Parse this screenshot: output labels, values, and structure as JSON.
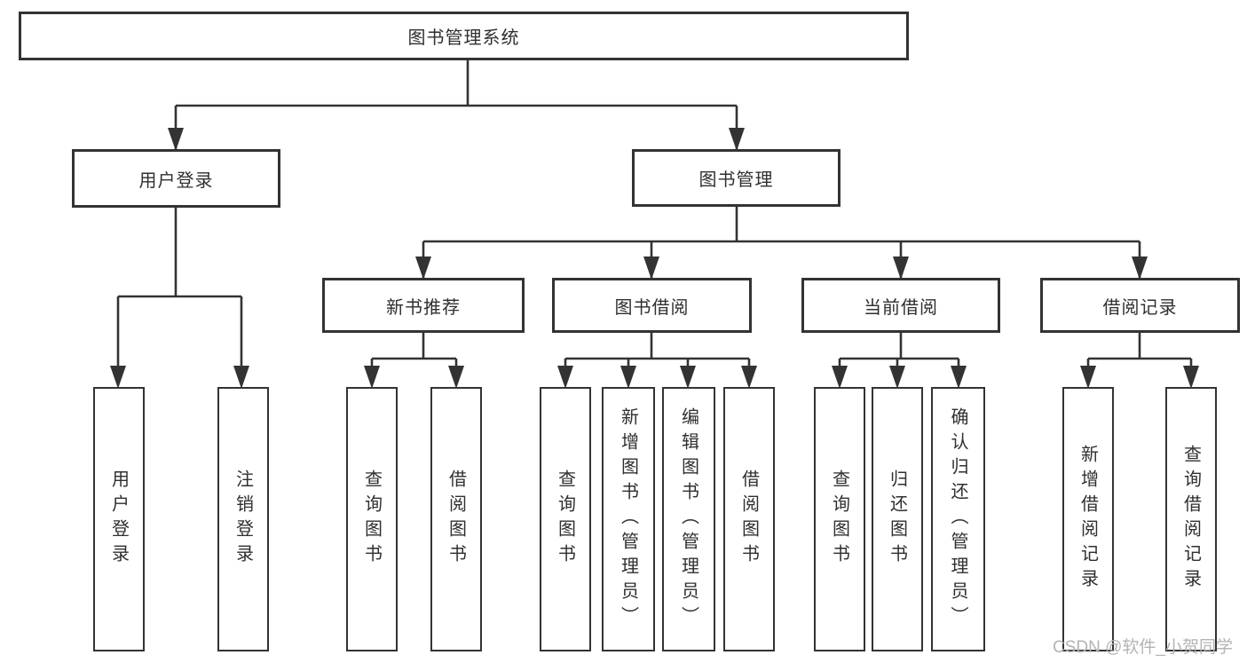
{
  "diagram": {
    "type": "hierarchy",
    "root": {
      "label": "图书管理系统",
      "children": [
        {
          "label": "用户登录",
          "children": [
            {
              "label": "用户登录"
            },
            {
              "label": "注销登录"
            }
          ]
        },
        {
          "label": "图书管理",
          "children": [
            {
              "label": "新书推荐",
              "children": [
                {
                  "label": "查询图书"
                },
                {
                  "label": "借阅图书"
                }
              ]
            },
            {
              "label": "图书借阅",
              "children": [
                {
                  "label": "查询图书"
                },
                {
                  "label": "新增图书（管理员）"
                },
                {
                  "label": "编辑图书（管理员）"
                },
                {
                  "label": "借阅图书"
                }
              ]
            },
            {
              "label": "当前借阅",
              "children": [
                {
                  "label": "查询图书"
                },
                {
                  "label": "归还图书"
                },
                {
                  "label": "确认归还（管理员）"
                }
              ]
            },
            {
              "label": "借阅记录",
              "children": [
                {
                  "label": "新增借阅记录"
                },
                {
                  "label": "查询借阅记录"
                }
              ]
            }
          ]
        }
      ]
    },
    "colors": {
      "line": "#333333",
      "box_border": "#333333",
      "box_background": "#ffffff",
      "text": "#2f2f2f",
      "watermark": "#b3b3b3",
      "background": "#ffffff"
    }
  },
  "watermark": {
    "text": "CSDN @软件_小贺同学"
  }
}
